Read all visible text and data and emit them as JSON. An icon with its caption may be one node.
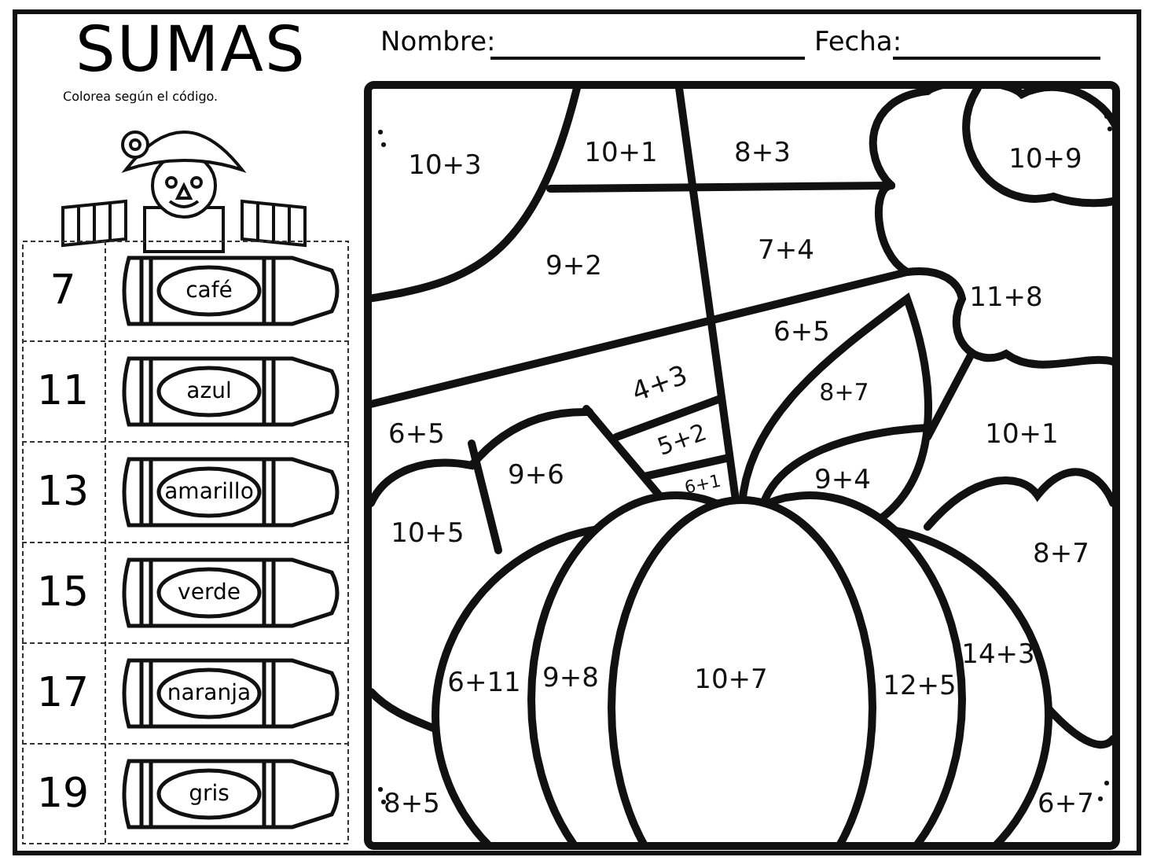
{
  "diagram": {
    "title": "SUMAS",
    "labels": [
      "Colorea según el código.",
      "Nombre:",
      "Fecha:",
      "7",
      "café",
      "11",
      "azul",
      "13",
      "amarillo",
      "15",
      "verde",
      "17",
      "naranja",
      "19",
      "gris",
      "10+3",
      "10+1",
      "8+3",
      "10+9",
      "9+2",
      "7+4",
      "11+8",
      "6+5",
      "4+3",
      "8+7",
      "6+5",
      "5+2",
      "10+1",
      "9+6",
      "6+1",
      "9+4",
      "10+5",
      "8+7",
      "14+3",
      "6+11",
      "9+8",
      "10+7",
      "12+5",
      "8+5",
      "6+7"
    ]
  }
}
